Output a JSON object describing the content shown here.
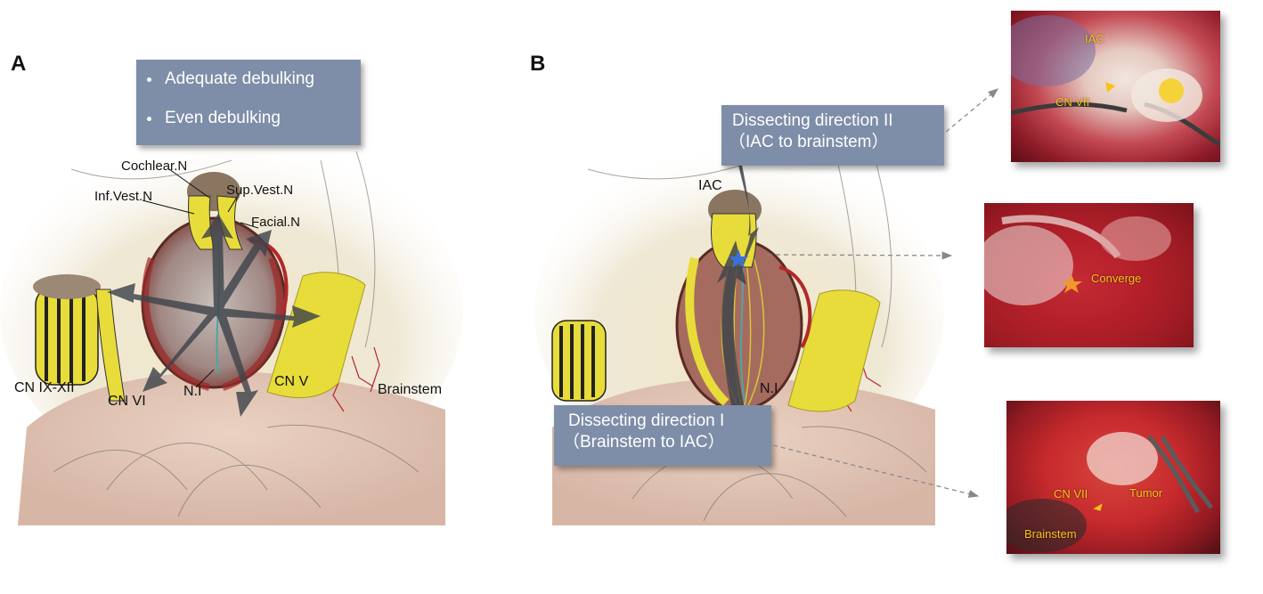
{
  "panel_a": {
    "letter": "A",
    "info_box": {
      "items": [
        "Adequate debulking",
        "Even debulking"
      ]
    },
    "labels": {
      "cochlear_n": "Cochlear.N",
      "inf_vest_n": "Inf.Vest.N",
      "sup_vest_n": "Sup.Vest.N",
      "facial_n": "Facial.N",
      "cn_ix_xii": "CN IX-XII",
      "cn_vi": "CN VI",
      "n_i": "N.I",
      "cn_v": "CN V",
      "brainstem": "Brainstem"
    }
  },
  "panel_b": {
    "letter": "B",
    "box_ii": {
      "line1": "Dissecting direction II",
      "line2": "（IAC to brainstem）"
    },
    "box_i": {
      "line1": "Dissecting direction I",
      "line2": "（Brainstem to IAC）"
    },
    "labels": {
      "iac": "IAC",
      "n_i": "N.I"
    },
    "photos": {
      "top": {
        "iac": "IAC",
        "cn_vii": "CN VII"
      },
      "middle": {
        "converge": "Converge"
      },
      "bottom": {
        "cn_vii": "CN VII",
        "tumor": "Tumor",
        "brainstem": "Brainstem"
      }
    }
  },
  "colors": {
    "box_fill": "#7e8ea8",
    "photo_label": "#f7c21a",
    "nerve_yellow": "#e8dc3a",
    "tumor_red": "#9c2a2a",
    "tissue_red": "#b5232b",
    "arrow_gray": "#4a4f56"
  }
}
